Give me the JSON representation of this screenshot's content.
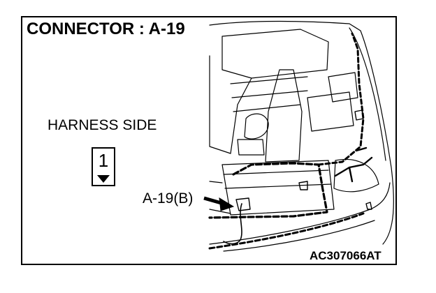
{
  "title": "CONNECTOR : A-19",
  "harness_side_label": "HARNESS SIDE",
  "connector_number": "1",
  "callout_label": "A-19(B)",
  "figure_code": "AC307066AT"
}
